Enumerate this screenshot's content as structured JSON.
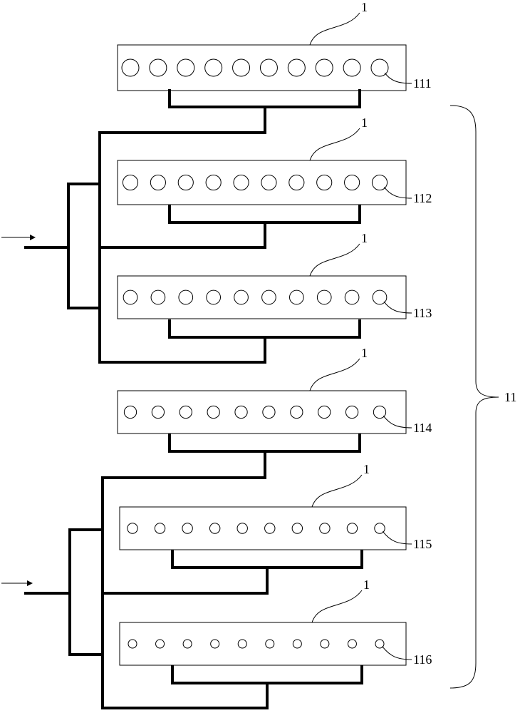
{
  "diagram": {
    "tube_label": "1",
    "group_label": "11",
    "plates": [
      {
        "id": "111"
      },
      {
        "id": "112"
      },
      {
        "id": "113"
      },
      {
        "id": "114"
      },
      {
        "id": "115"
      },
      {
        "id": "116"
      }
    ],
    "holes_per_plate": 10,
    "hole_sizes_relative": [
      1.0,
      0.88,
      0.82,
      0.72,
      0.6,
      0.5
    ],
    "inlet_arrows": 2,
    "colors": {
      "line": "#000000",
      "background": "#ffffff"
    }
  }
}
